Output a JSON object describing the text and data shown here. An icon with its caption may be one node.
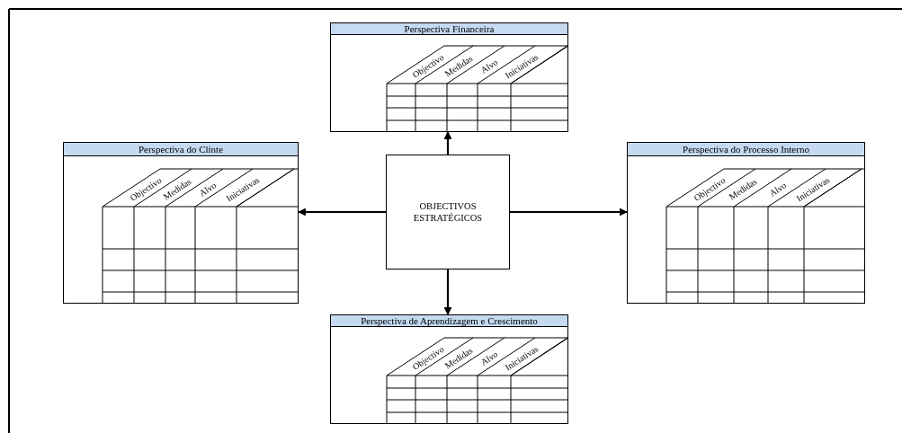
{
  "diagram": {
    "nodes": [
      {
        "text": [
          "OBJECTIVOS ESTRATÉGICOS"
        ]
      },
      {
        "text": [
          "Perspectiva Financeira",
          "Objectivo",
          "Medidas",
          "Alvo",
          "Iniciativas"
        ]
      },
      {
        "text": [
          "Perspectiva do Clinte",
          "Objectivo",
          "Medidas",
          "Alvo",
          "Iniciativas"
        ]
      },
      {
        "text": [
          "Perspectiva do Processo Interno",
          "Objectivo",
          "Medidas",
          "Alvo",
          "Iniciativas"
        ]
      },
      {
        "text": [
          "Perspectiva de Aprendizagem e Crescimento",
          "Objectivo",
          "Medidas",
          "Alvo",
          "Iniciativas"
        ]
      }
    ],
    "edges": [
      {
        "from": 0,
        "to": 1,
        "arrow": "to"
      },
      {
        "from": 0,
        "to": 2,
        "arrow": "to"
      },
      {
        "from": 0,
        "to": 3,
        "arrow": "to"
      },
      {
        "from": 0,
        "to": 4,
        "arrow": "to"
      }
    ]
  }
}
